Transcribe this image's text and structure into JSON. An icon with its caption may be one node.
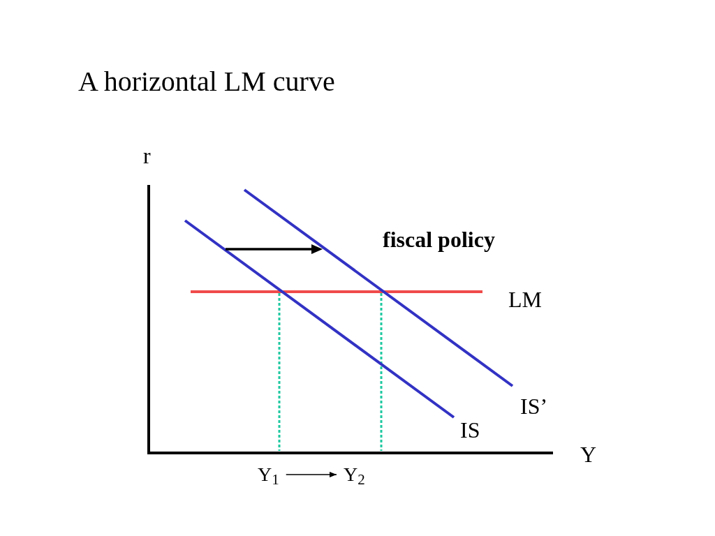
{
  "diagram": {
    "title": "A horizontal LM curve",
    "nodes": [
      {
        "text": [
          "Y$_{1}$"
        ]
      },
      {
        "text": [
          "Y$_{2}$"
        ]
      }
    ],
    "edges": [
      {
        "from": 0,
        "to": 1,
        "arrow": "to"
      }
    ],
    "labels": [
      "r",
      "fiscal policy",
      "LM",
      "IS’",
      "IS",
      "Y"
    ]
  }
}
